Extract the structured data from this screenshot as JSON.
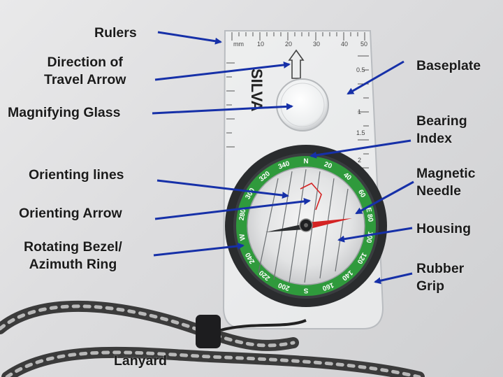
{
  "labels": {
    "rulers": "Rulers",
    "direction": [
      "Direction of",
      "Travel Arrow"
    ],
    "magnifying": "Magnifying Glass",
    "orienting_lines": "Orienting lines",
    "orienting_arrow": "Orienting Arrow",
    "bezel": [
      "Rotating Bezel/",
      "Azimuth Ring"
    ],
    "lanyard": "Lanyard",
    "baseplate": "Baseplate",
    "bearing": [
      "Bearing",
      "Index"
    ],
    "needle": [
      "Magnetic",
      "Needle"
    ],
    "housing": "Housing",
    "grip": [
      "Rubber",
      "Grip"
    ]
  },
  "compass": {
    "brand": "SILVA",
    "ruler_unit": "mm",
    "ruler_ticks": [
      "10",
      "20",
      "30",
      "40",
      "50"
    ],
    "scale_ticks": [
      "0.5",
      "1",
      "1.5",
      "2"
    ],
    "bezel_numbers": [
      "340",
      "N",
      "20",
      "40",
      "60",
      "E 80",
      "100",
      "120",
      "140",
      "160",
      "S",
      "200",
      "220",
      "240",
      "W",
      "280",
      "300",
      "320"
    ]
  },
  "colors": {
    "arrow": "#1630a8",
    "label": "#1b1b1b",
    "bezel_green": "#2f9a3c",
    "needle_red": "#d42323",
    "grip": "#2a2c2e"
  }
}
